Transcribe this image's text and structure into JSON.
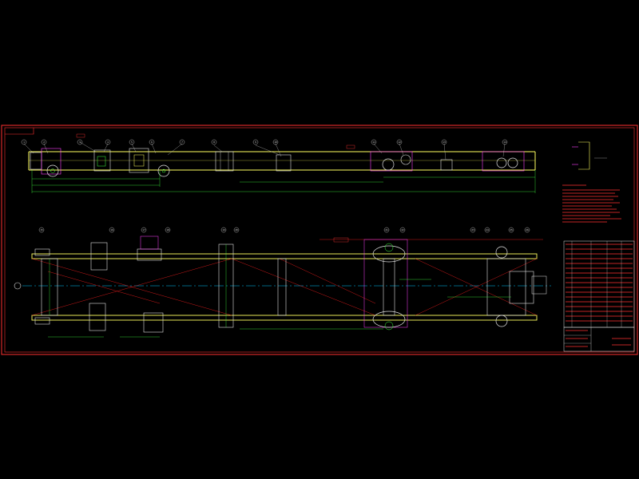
{
  "colors": {
    "background": "#000000",
    "frame": "#ff3030",
    "rail": "#ffff60",
    "centerline": "#00c8ff",
    "construction": "#ff2020",
    "parts": "#e0e0e0",
    "accent_green": "#40ff40",
    "accent_magenta": "#ff40ff"
  },
  "drawing": {
    "top_view_balloons": [
      "1",
      "2",
      "3",
      "4",
      "5",
      "6",
      "7",
      "8",
      "9",
      "10",
      "11",
      "12",
      "13",
      "14"
    ],
    "plan_view_balloons": [
      "15",
      "16",
      "17",
      "18",
      "19",
      "20",
      "21",
      "22",
      "23",
      "24",
      "25",
      "26"
    ]
  }
}
